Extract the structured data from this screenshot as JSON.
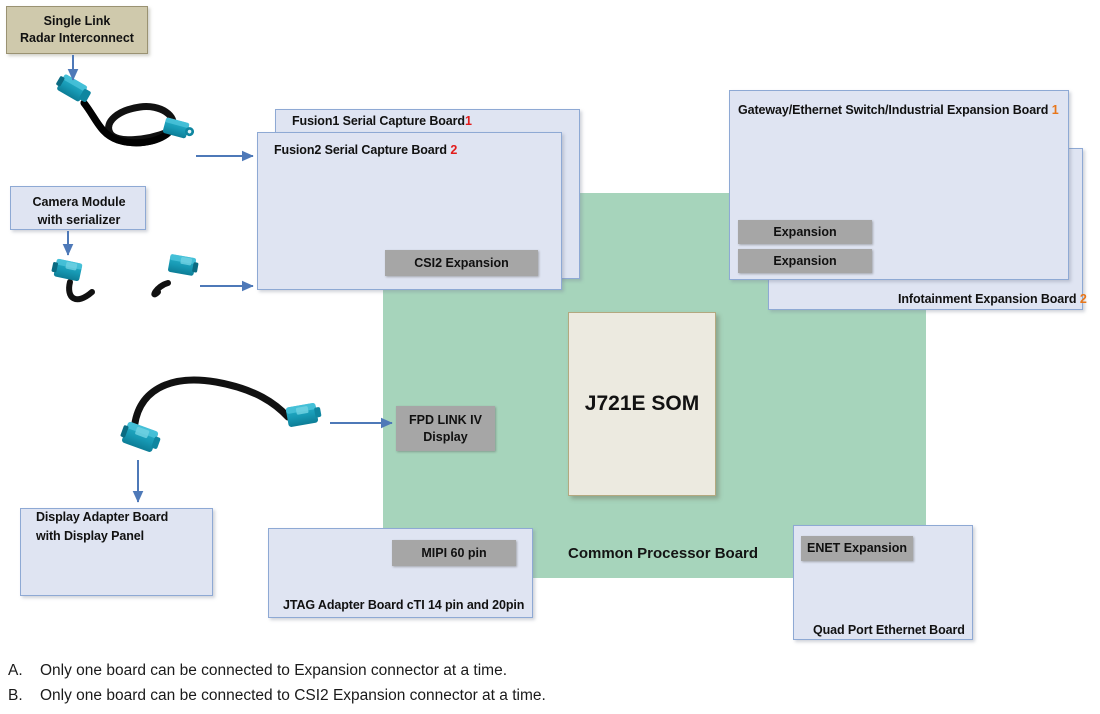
{
  "diagram": {
    "title": "J721E SOM Common Processor Board Expansion Diagram",
    "colors": {
      "board_fill": "#dfe4f2",
      "board_border": "#8ea9d4",
      "green_board": "#a6d4bb",
      "som_fill": "#eceae0",
      "som_border": "#b3a87f",
      "tan_fill": "#cfc9ac",
      "tan_border": "#9a9272",
      "gray_block": "#a6a6a6",
      "arrow_blue": "#4e79b8",
      "marker_red": "#e21b1b",
      "marker_orange": "#e8761a",
      "connector_teal": "#1799b4",
      "cable_black": "#111111"
    }
  },
  "nodes": {
    "radar_interconnect": {
      "line1": "Single Link",
      "line2": "Radar Interconnect"
    },
    "camera_module": {
      "line1": "Camera Module",
      "line2": "with serializer"
    },
    "fusion1": {
      "label": "Fusion1 Serial Capture Board",
      "marker": "1"
    },
    "fusion2": {
      "label": "Fusion2 Serial Capture Board",
      "marker": "2"
    },
    "csi2_expansion": {
      "label": "CSI2 Expansion"
    },
    "gateway_board": {
      "label": "Gateway/Ethernet Switch/Industrial Expansion Board",
      "marker": "1"
    },
    "infotainment_board": {
      "label": "Infotainment Expansion Board",
      "marker": "2"
    },
    "expansion_top": {
      "label": "Expansion"
    },
    "expansion_bottom": {
      "label": "Expansion"
    },
    "common_processor_board": {
      "label": "Common Processor Board"
    },
    "som": {
      "label": "J721E SOM"
    },
    "fpd_link": {
      "line1": "FPD LINK IV",
      "line2": "Display"
    },
    "display_adapter": {
      "line1": "Display Adapter Board",
      "line2": "with Display Panel"
    },
    "jtag_board": {
      "label": "JTAG Adapter Board  cTI 14 pin and 20pin"
    },
    "mipi_60pin": {
      "label": "MIPI 60 pin"
    },
    "enet_expansion": {
      "label": "ENET Expansion"
    },
    "quad_port_ethernet": {
      "label": "Quad Port Ethernet Board"
    }
  },
  "footnotes": [
    {
      "key": "A.",
      "text": "Only one board can be connected to Expansion connector at a time."
    },
    {
      "key": "B.",
      "text": "Only one board can be connected to CSI2 Expansion connector at a time."
    }
  ]
}
